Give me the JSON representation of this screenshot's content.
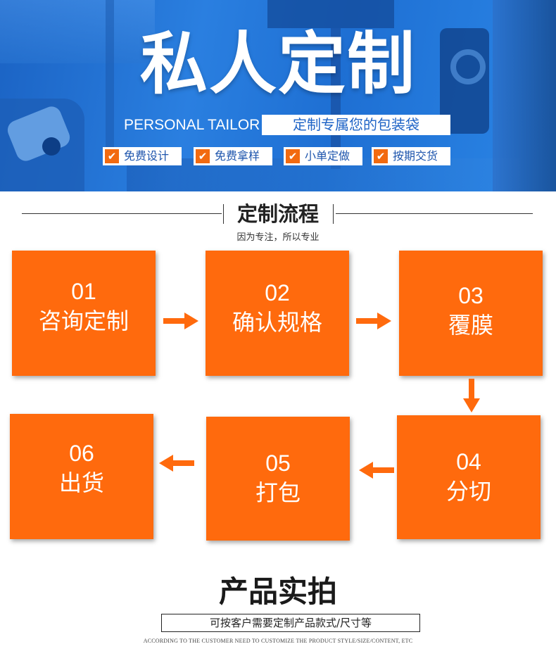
{
  "banner": {
    "title": "私人定制",
    "subtitle_en": "PERSONAL TAILOR",
    "slogan": "定制专属您的包装袋",
    "check_glyph": "✔",
    "features": [
      "免费设计",
      "免费拿样",
      "小单定做",
      "按期交货"
    ]
  },
  "process": {
    "title": "定制流程",
    "subtitle": "因为专注，所以专业",
    "steps": [
      {
        "num": "01",
        "label": "咨询定制"
      },
      {
        "num": "02",
        "label": "确认规格"
      },
      {
        "num": "03",
        "label": "覆膜"
      },
      {
        "num": "04",
        "label": "分切"
      },
      {
        "num": "05",
        "label": "打包"
      },
      {
        "num": "06",
        "label": "出货"
      }
    ]
  },
  "product": {
    "title": "产品实拍",
    "desc": "可按客户需要定制产品款式/尺寸等",
    "desc_en": "ACCORDING TO THE CUSTOMER NEED TO CUSTOMIZE THE PRODUCT STYLE/SIZE/CONTENT, ETC"
  },
  "colors": {
    "accent": "#ff6a0d",
    "brand_blue": "#1e63c6",
    "text_dark": "#222222"
  },
  "icons": [
    "check-icon",
    "arrow-right-icon",
    "arrow-down-icon",
    "arrow-left-icon"
  ]
}
